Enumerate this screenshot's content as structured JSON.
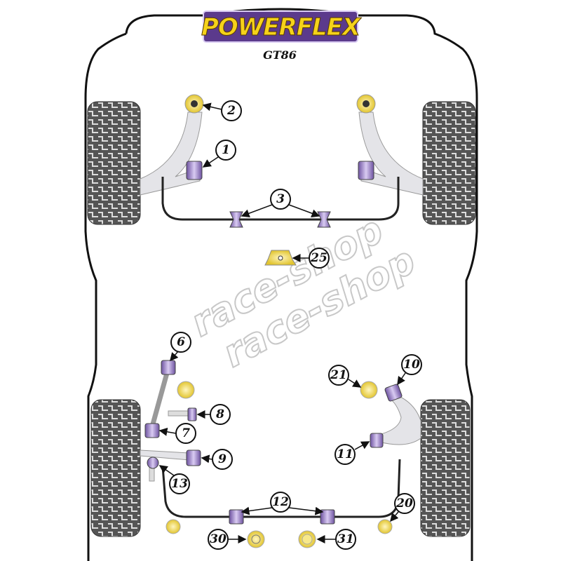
{
  "brand": {
    "logo_text": "POWERFLEX",
    "model": "GT86"
  },
  "watermark": [
    "race-shop",
    "race-shop"
  ],
  "colors": {
    "bush_purple": "#9b82c4",
    "bush_yellow": "#f0d84a",
    "logo_bg": "#5b3a8c",
    "logo_text": "#f5d21a",
    "tyre": "#555555"
  },
  "callouts": {
    "c1": "1",
    "c2": "2",
    "c3": "3",
    "c25": "25",
    "c6": "6",
    "c7": "7",
    "c8": "8",
    "c9": "9",
    "c10": "10",
    "c11": "11",
    "c12": "12",
    "c13": "13",
    "c20": "20",
    "c21": "21",
    "c30": "30",
    "c31": "31"
  }
}
